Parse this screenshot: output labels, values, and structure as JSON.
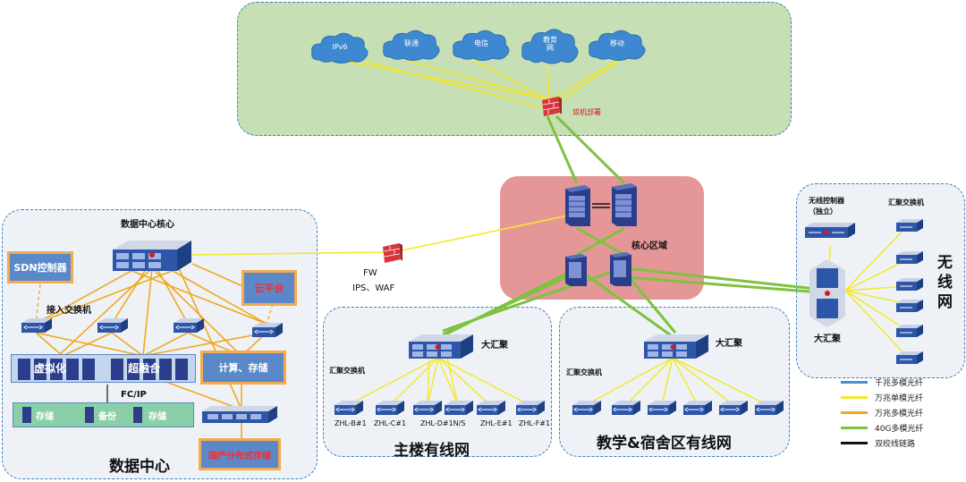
{
  "internet": {
    "clouds": [
      "IPv6",
      "联通",
      "电信",
      "教育\n网",
      "移动"
    ],
    "firewall_label": "双机部署"
  },
  "core": {
    "label": "核心区域"
  },
  "edge_fw": {
    "label_line1": "FW",
    "label_line2": "IPS、WAF"
  },
  "datacenter": {
    "title": "数据中心",
    "core_label": "数据中心核心",
    "sdn": "SDN控制器",
    "cloud_platform": "云平台",
    "access_label": "接入交换机",
    "virtualization": "虚拟化",
    "hyperconverged": "超融合",
    "compute_storage": "计算、存储",
    "fcip": "FC/IP",
    "storage1": "存储",
    "backup": "备份",
    "storage2": "存储",
    "distributed": "国产分布式存储"
  },
  "main_building": {
    "title": "主楼有线网",
    "agg_label": "大汇聚",
    "sub_label": "汇聚交换机",
    "switches": [
      "ZHL-B#1",
      "ZHL-C#1",
      "ZHL-D#1N/S",
      "ZHL-E#1",
      "ZHL-F#1"
    ]
  },
  "teaching": {
    "title": "教学&宿舍区有线网",
    "agg_label": "大汇聚",
    "sub_label": "汇聚交换机"
  },
  "wireless": {
    "title": "无线网",
    "controller_line1": "无线控制器",
    "controller_line2": "（独立）",
    "agg_switch_label": "汇聚交换机",
    "agg_label": "大汇聚"
  },
  "legend": [
    {
      "label": "千兆多模光纤",
      "color": "#4a90d9"
    },
    {
      "label": "万兆单模光纤",
      "color": "#f5e82a"
    },
    {
      "label": "万兆多模光纤",
      "color": "#f2a81d"
    },
    {
      "label": "40G多模光纤",
      "color": "#7ec23f"
    },
    {
      "label": "双绞线链路",
      "color": "#111111"
    }
  ]
}
